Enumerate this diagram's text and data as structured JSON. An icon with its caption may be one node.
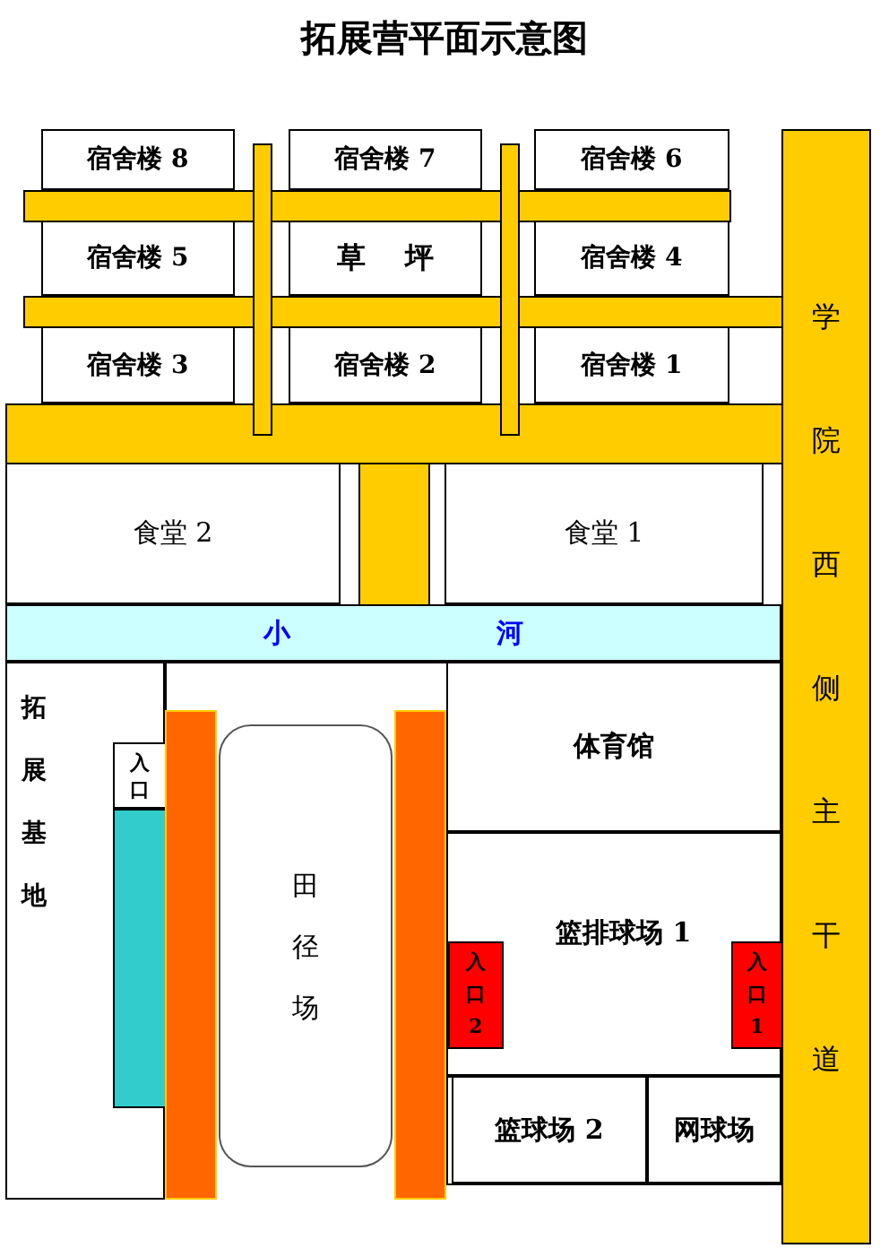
{
  "diagram": {
    "title": "拓展营平面示意图",
    "nodes": [
      {
        "text": [
          "宿舍楼 8"
        ]
      },
      {
        "text": [
          "宿舍楼 7"
        ]
      },
      {
        "text": [
          "宿舍楼 6"
        ]
      },
      {
        "text": [
          "宿舍楼 5"
        ]
      },
      {
        "text": [
          "草 坪"
        ]
      },
      {
        "text": [
          "宿舍楼 4"
        ]
      },
      {
        "text": [
          "宿舍楼 3"
        ]
      },
      {
        "text": [
          "宿舍楼 2"
        ]
      },
      {
        "text": [
          "宿舍楼 1"
        ]
      },
      {
        "text": [
          "学院西侧主干道"
        ]
      },
      {
        "text": [
          "食堂 2"
        ]
      },
      {
        "text": [
          "食堂 1"
        ]
      },
      {
        "text": [
          "小 河"
        ]
      },
      {
        "text": [
          "拓展基地"
        ]
      },
      {
        "text": [
          "入口"
        ],
        "in": 13
      },
      {
        "text": [],
        "shape": "box",
        "in": 13
      },
      {
        "text": [
          "田径场"
        ]
      },
      {
        "text": [
          "体育馆"
        ]
      },
      {
        "text": [
          "篮排球场 1"
        ]
      },
      {
        "text": [
          "入口2"
        ],
        "in": 18
      },
      {
        "text": [
          "入口1"
        ],
        "in": 18
      },
      {
        "text": [
          "篮球场 2"
        ]
      },
      {
        "text": [
          "网球场"
        ]
      }
    ],
    "edges": []
  }
}
